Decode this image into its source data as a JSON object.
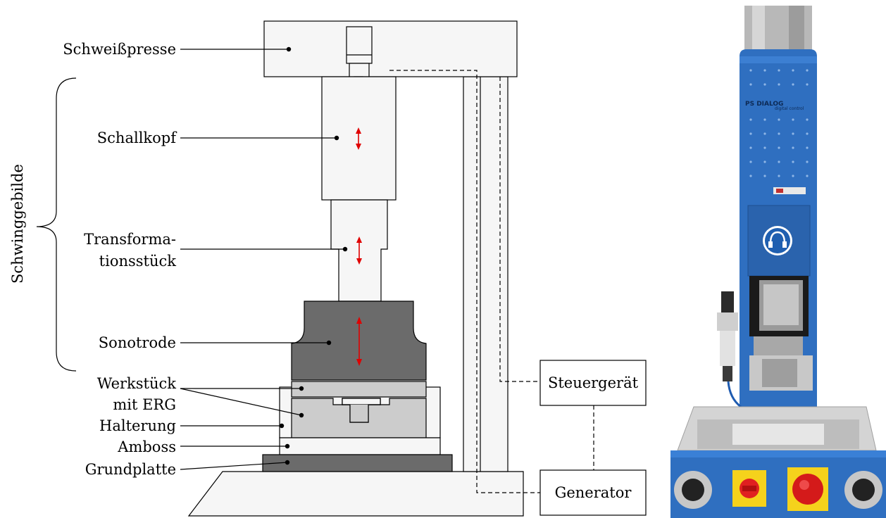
{
  "labels": {
    "schweisspresse": "Schweißpresse",
    "schallkopf": "Schallkopf",
    "transformation_line1": "Transforma-",
    "transformation_line2": "tionsstück",
    "sonotrode": "Sonotrode",
    "werkstueck_line1": "Werkstück",
    "werkstueck_line2": "mit ERG",
    "halterung": "Halterung",
    "amboss": "Amboss",
    "grundplatte": "Grundplatte",
    "schwinggebilde": "Schwinggebilde",
    "steuergeraet": "Steuergerät",
    "generator": "Generator"
  },
  "photo": {
    "brand_text": "PS DIALOG",
    "brand_subtext": "digital control"
  },
  "colors": {
    "light_part": "#f6f6f6",
    "mid_part": "#cccccc",
    "dark_part": "#6b6b6b",
    "arrow": "#e00000",
    "machine_blue": "#2f6fc0"
  }
}
